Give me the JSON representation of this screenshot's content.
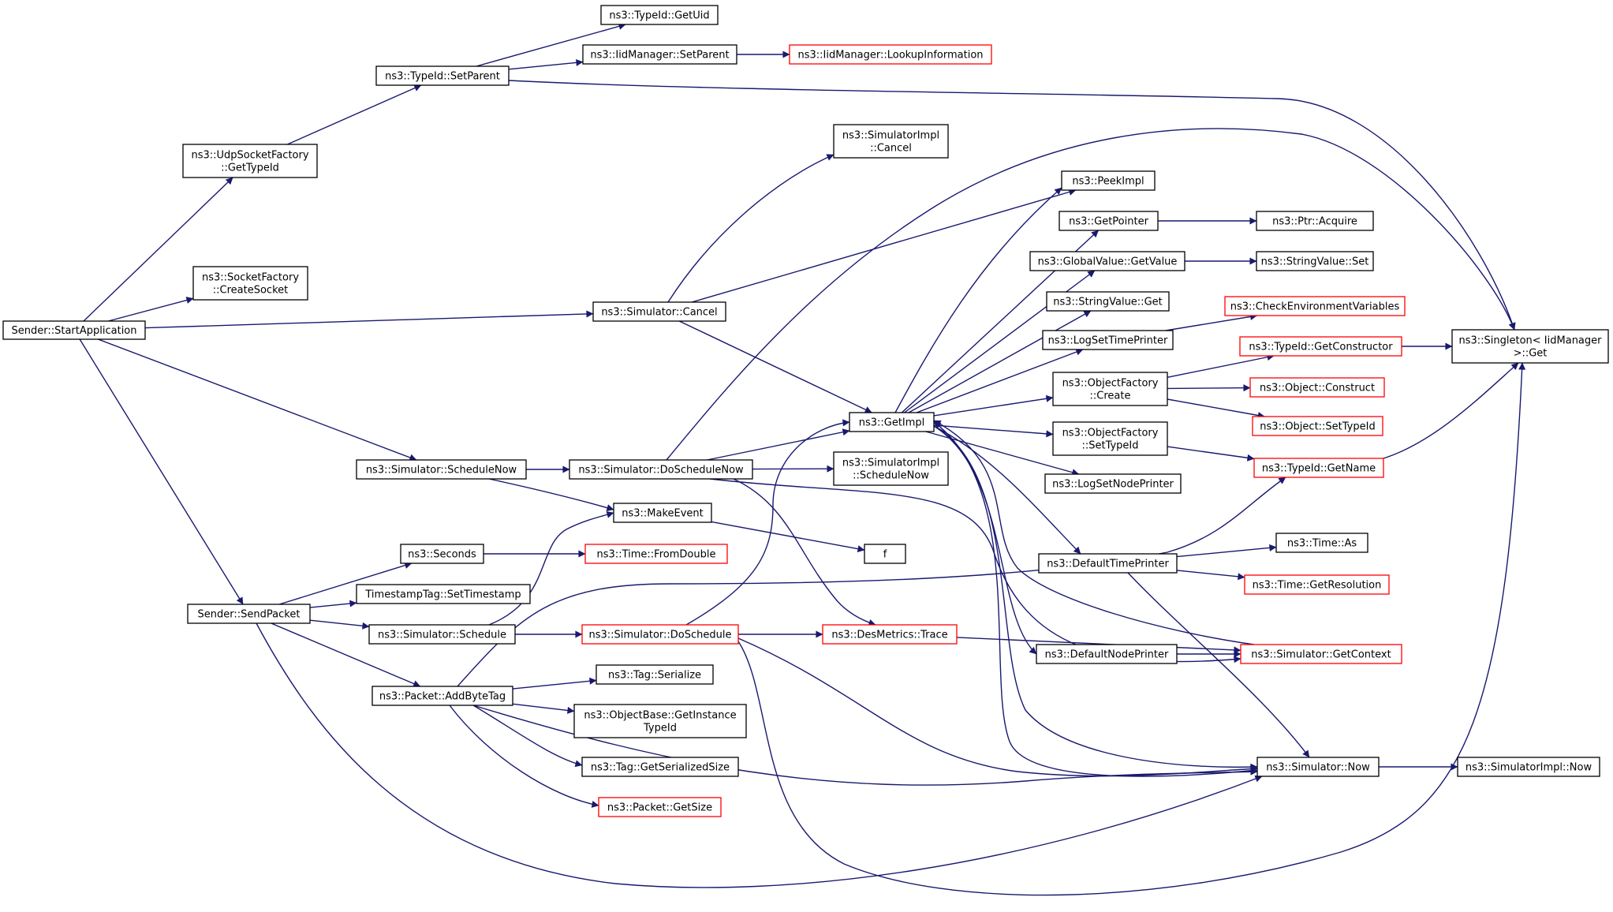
{
  "colors": {
    "edge": "#191970",
    "border_normal": "#000000",
    "border_truncated": "#ff0000",
    "root_fill": "#bfbfbf",
    "background": "#ffffff"
  },
  "nodes": [
    {
      "id": "start",
      "lines": [
        "Sender::StartApplication"
      ],
      "style": "root"
    },
    {
      "id": "udpget",
      "lines": [
        "ns3::UdpSocketFactory",
        "::GetTypeId"
      ],
      "style": "normal"
    },
    {
      "id": "createsock",
      "lines": [
        "ns3::SocketFactory",
        "::CreateSocket"
      ],
      "style": "normal"
    },
    {
      "id": "simcancel",
      "lines": [
        "ns3::Simulator::Cancel"
      ],
      "style": "normal"
    },
    {
      "id": "schednow",
      "lines": [
        "ns3::Simulator::ScheduleNow"
      ],
      "style": "normal"
    },
    {
      "id": "sendpacket",
      "lines": [
        "Sender::SendPacket"
      ],
      "style": "normal"
    },
    {
      "id": "setparent",
      "lines": [
        "ns3::TypeId::SetParent"
      ],
      "style": "normal"
    },
    {
      "id": "getuid",
      "lines": [
        "ns3::TypeId::GetUid"
      ],
      "style": "normal"
    },
    {
      "id": "iidsetparent",
      "lines": [
        "ns3::IidManager::SetParent"
      ],
      "style": "normal"
    },
    {
      "id": "lookup",
      "lines": [
        "ns3::IidManager::LookupInformation"
      ],
      "style": "truncated"
    },
    {
      "id": "implcancel",
      "lines": [
        "ns3::SimulatorImpl",
        "::Cancel"
      ],
      "style": "normal"
    },
    {
      "id": "peekimpl",
      "lines": [
        "ns3::PeekImpl"
      ],
      "style": "normal"
    },
    {
      "id": "getpointer",
      "lines": [
        "ns3::GetPointer"
      ],
      "style": "normal"
    },
    {
      "id": "acquire",
      "lines": [
        "ns3::Ptr::Acquire"
      ],
      "style": "normal"
    },
    {
      "id": "gvgetvalue",
      "lines": [
        "ns3::GlobalValue::GetValue"
      ],
      "style": "normal"
    },
    {
      "id": "svset",
      "lines": [
        "ns3::StringValue::Set"
      ],
      "style": "normal"
    },
    {
      "id": "svget",
      "lines": [
        "ns3::StringValue::Get"
      ],
      "style": "normal"
    },
    {
      "id": "checkenv",
      "lines": [
        "ns3::CheckEnvironmentVariables"
      ],
      "style": "truncated"
    },
    {
      "id": "logsettime",
      "lines": [
        "ns3::LogSetTimePrinter"
      ],
      "style": "normal"
    },
    {
      "id": "getconstructor",
      "lines": [
        "ns3::TypeId::GetConstructor"
      ],
      "style": "truncated"
    },
    {
      "id": "singleton",
      "lines": [
        "ns3::Singleton< IidManager",
        " >::Get"
      ],
      "style": "normal"
    },
    {
      "id": "ofcreate",
      "lines": [
        "ns3::ObjectFactory",
        "::Create"
      ],
      "style": "normal"
    },
    {
      "id": "objconstruct",
      "lines": [
        "ns3::Object::Construct"
      ],
      "style": "truncated"
    },
    {
      "id": "getimpl",
      "lines": [
        "ns3::GetImpl"
      ],
      "style": "normal"
    },
    {
      "id": "objsettypeid",
      "lines": [
        "ns3::Object::SetTypeId"
      ],
      "style": "truncated"
    },
    {
      "id": "ofsettypeid",
      "lines": [
        "ns3::ObjectFactory",
        "::SetTypeId"
      ],
      "style": "normal"
    },
    {
      "id": "doschednow",
      "lines": [
        "ns3::Simulator::DoScheduleNow"
      ],
      "style": "normal"
    },
    {
      "id": "implschednow",
      "lines": [
        "ns3::SimulatorImpl",
        "::ScheduleNow"
      ],
      "style": "normal"
    },
    {
      "id": "getname",
      "lines": [
        "ns3::TypeId::GetName"
      ],
      "style": "truncated"
    },
    {
      "id": "logsetnode",
      "lines": [
        "ns3::LogSetNodePrinter"
      ],
      "style": "normal"
    },
    {
      "id": "makeevent",
      "lines": [
        "ns3::MakeEvent"
      ],
      "style": "normal"
    },
    {
      "id": "f",
      "lines": [
        "f"
      ],
      "style": "normal"
    },
    {
      "id": "seconds",
      "lines": [
        "ns3::Seconds"
      ],
      "style": "normal"
    },
    {
      "id": "fromdouble",
      "lines": [
        "ns3::Time::FromDouble"
      ],
      "style": "truncated"
    },
    {
      "id": "timeas",
      "lines": [
        "ns3::Time::As"
      ],
      "style": "normal"
    },
    {
      "id": "defaulttime",
      "lines": [
        "ns3::DefaultTimePrinter"
      ],
      "style": "normal"
    },
    {
      "id": "setts",
      "lines": [
        "TimestampTag::SetTimestamp"
      ],
      "style": "normal"
    },
    {
      "id": "getres",
      "lines": [
        "ns3::Time::GetResolution"
      ],
      "style": "truncated"
    },
    {
      "id": "simsched",
      "lines": [
        "ns3::Simulator::Schedule"
      ],
      "style": "normal"
    },
    {
      "id": "dosched",
      "lines": [
        "ns3::Simulator::DoSchedule"
      ],
      "style": "truncated"
    },
    {
      "id": "destrace",
      "lines": [
        "ns3::DesMetrics::Trace"
      ],
      "style": "truncated"
    },
    {
      "id": "defaultnode",
      "lines": [
        "ns3::DefaultNodePrinter"
      ],
      "style": "normal"
    },
    {
      "id": "getcontext",
      "lines": [
        "ns3::Simulator::GetContext"
      ],
      "style": "truncated"
    },
    {
      "id": "tagser",
      "lines": [
        "ns3::Tag::Serialize"
      ],
      "style": "normal"
    },
    {
      "id": "addbytetag",
      "lines": [
        "ns3::Packet::AddByteTag"
      ],
      "style": "normal"
    },
    {
      "id": "getinstance",
      "lines": [
        "ns3::ObjectBase::GetInstance",
        "TypeId"
      ],
      "style": "normal"
    },
    {
      "id": "getsersize",
      "lines": [
        "ns3::Tag::GetSerializedSize"
      ],
      "style": "normal"
    },
    {
      "id": "simnow",
      "lines": [
        "ns3::Simulator::Now"
      ],
      "style": "normal"
    },
    {
      "id": "implnow",
      "lines": [
        "ns3::SimulatorImpl::Now"
      ],
      "style": "normal"
    },
    {
      "id": "getsize",
      "lines": [
        "ns3::Packet::GetSize"
      ],
      "style": "truncated"
    }
  ],
  "edges": [
    {
      "from": "start",
      "to": "udpget"
    },
    {
      "from": "start",
      "to": "createsock"
    },
    {
      "from": "start",
      "to": "simcancel"
    },
    {
      "from": "start",
      "to": "schednow"
    },
    {
      "from": "start",
      "to": "sendpacket"
    },
    {
      "from": "udpget",
      "to": "setparent"
    },
    {
      "from": "setparent",
      "to": "getuid"
    },
    {
      "from": "setparent",
      "to": "iidsetparent"
    },
    {
      "from": "setparent",
      "to": "singleton"
    },
    {
      "from": "iidsetparent",
      "to": "lookup"
    },
    {
      "from": "simcancel",
      "to": "implcancel"
    },
    {
      "from": "simcancel",
      "to": "peekimpl"
    },
    {
      "from": "simcancel",
      "to": "getimpl"
    },
    {
      "from": "getimpl",
      "to": "peekimpl"
    },
    {
      "from": "getimpl",
      "to": "getpointer"
    },
    {
      "from": "getimpl",
      "to": "gvgetvalue"
    },
    {
      "from": "getimpl",
      "to": "svget"
    },
    {
      "from": "getimpl",
      "to": "logsettime"
    },
    {
      "from": "getimpl",
      "to": "ofcreate"
    },
    {
      "from": "getimpl",
      "to": "ofsettypeid"
    },
    {
      "from": "getimpl",
      "to": "logsetnode"
    },
    {
      "from": "getimpl",
      "to": "defaulttime"
    },
    {
      "from": "getimpl",
      "to": "defaultnode"
    },
    {
      "from": "getimpl",
      "to": "simnow"
    },
    {
      "from": "getpointer",
      "to": "acquire"
    },
    {
      "from": "gvgetvalue",
      "to": "svset"
    },
    {
      "from": "logsettime",
      "to": "checkenv"
    },
    {
      "from": "ofcreate",
      "to": "getconstructor"
    },
    {
      "from": "ofcreate",
      "to": "objconstruct"
    },
    {
      "from": "ofcreate",
      "to": "objsettypeid"
    },
    {
      "from": "ofsettypeid",
      "to": "getname"
    },
    {
      "from": "getconstructor",
      "to": "singleton"
    },
    {
      "from": "getname",
      "to": "singleton"
    },
    {
      "from": "schednow",
      "to": "doschednow"
    },
    {
      "from": "schednow",
      "to": "makeevent"
    },
    {
      "from": "doschednow",
      "to": "singleton"
    },
    {
      "from": "doschednow",
      "to": "getimpl"
    },
    {
      "from": "doschednow",
      "to": "implschednow"
    },
    {
      "from": "doschednow",
      "to": "destrace"
    },
    {
      "from": "doschednow",
      "to": "getcontext"
    },
    {
      "from": "makeevent",
      "to": "f"
    },
    {
      "from": "sendpacket",
      "to": "seconds"
    },
    {
      "from": "sendpacket",
      "to": "setts"
    },
    {
      "from": "sendpacket",
      "to": "simsched"
    },
    {
      "from": "sendpacket",
      "to": "addbytetag"
    },
    {
      "from": "sendpacket",
      "to": "simnow"
    },
    {
      "from": "seconds",
      "to": "fromdouble"
    },
    {
      "from": "simsched",
      "to": "makeevent"
    },
    {
      "from": "simsched",
      "to": "dosched"
    },
    {
      "from": "dosched",
      "to": "getimpl"
    },
    {
      "from": "dosched",
      "to": "destrace"
    },
    {
      "from": "dosched",
      "to": "simnow"
    },
    {
      "from": "dosched",
      "to": "singleton"
    },
    {
      "from": "destrace",
      "to": "getcontext"
    },
    {
      "from": "defaulttime",
      "to": "timeas"
    },
    {
      "from": "defaulttime",
      "to": "getres"
    },
    {
      "from": "defaulttime",
      "to": "simnow"
    },
    {
      "from": "defaultnode",
      "to": "getcontext"
    },
    {
      "from": "getcontext",
      "to": "getimpl"
    },
    {
      "from": "simnow",
      "to": "getimpl"
    },
    {
      "from": "simnow",
      "to": "implnow"
    },
    {
      "from": "addbytetag",
      "to": "tagser"
    },
    {
      "from": "addbytetag",
      "to": "getinstance"
    },
    {
      "from": "addbytetag",
      "to": "getsersize"
    },
    {
      "from": "addbytetag",
      "to": "getsize"
    },
    {
      "from": "addbytetag",
      "to": "getname"
    },
    {
      "from": "addbytetag",
      "to": "simnow"
    }
  ]
}
